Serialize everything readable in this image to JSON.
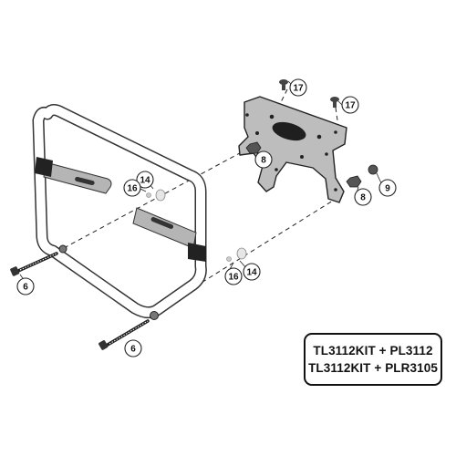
{
  "callouts": {
    "c6_left": "6",
    "c6_bottom": "6",
    "c8_upper": "8",
    "c8_lower": "8",
    "c9": "9",
    "c14_upper": "14",
    "c14_lower": "14",
    "c16_upper": "16",
    "c16_lower": "16",
    "c17_left": "17",
    "c17_right": "17"
  },
  "kits": {
    "line1": "TL3112KIT + PL3112",
    "line2": "TL3112KIT + PLR3105"
  }
}
